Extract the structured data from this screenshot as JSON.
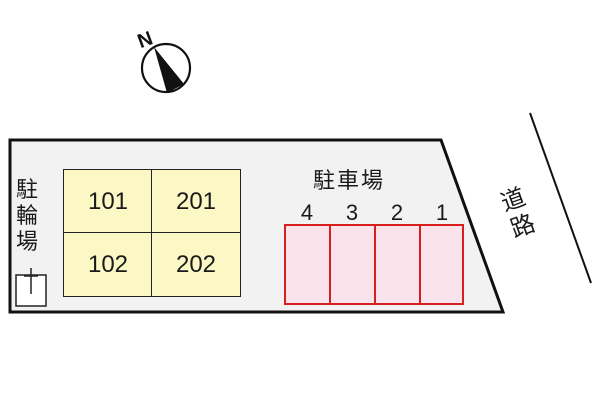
{
  "compass": {
    "label": "N",
    "icon": "north-arrow-icon"
  },
  "site": {
    "fill": "#f2f2f2",
    "stroke": "#111111"
  },
  "bicycle_parking": {
    "label_chars": [
      "駐",
      "輪",
      "場"
    ]
  },
  "units": [
    {
      "id": "101"
    },
    {
      "id": "201"
    },
    {
      "id": "102"
    },
    {
      "id": "202"
    }
  ],
  "units_fill": "#fbf8c6",
  "parking": {
    "label": "駐車場",
    "slots": [
      {
        "number": "4"
      },
      {
        "number": "3"
      },
      {
        "number": "2"
      },
      {
        "number": "1"
      }
    ],
    "slot_fill": "#fbe3ec",
    "slot_stroke": "#d62020"
  },
  "road": {
    "label_chars": [
      "道",
      "路"
    ]
  }
}
